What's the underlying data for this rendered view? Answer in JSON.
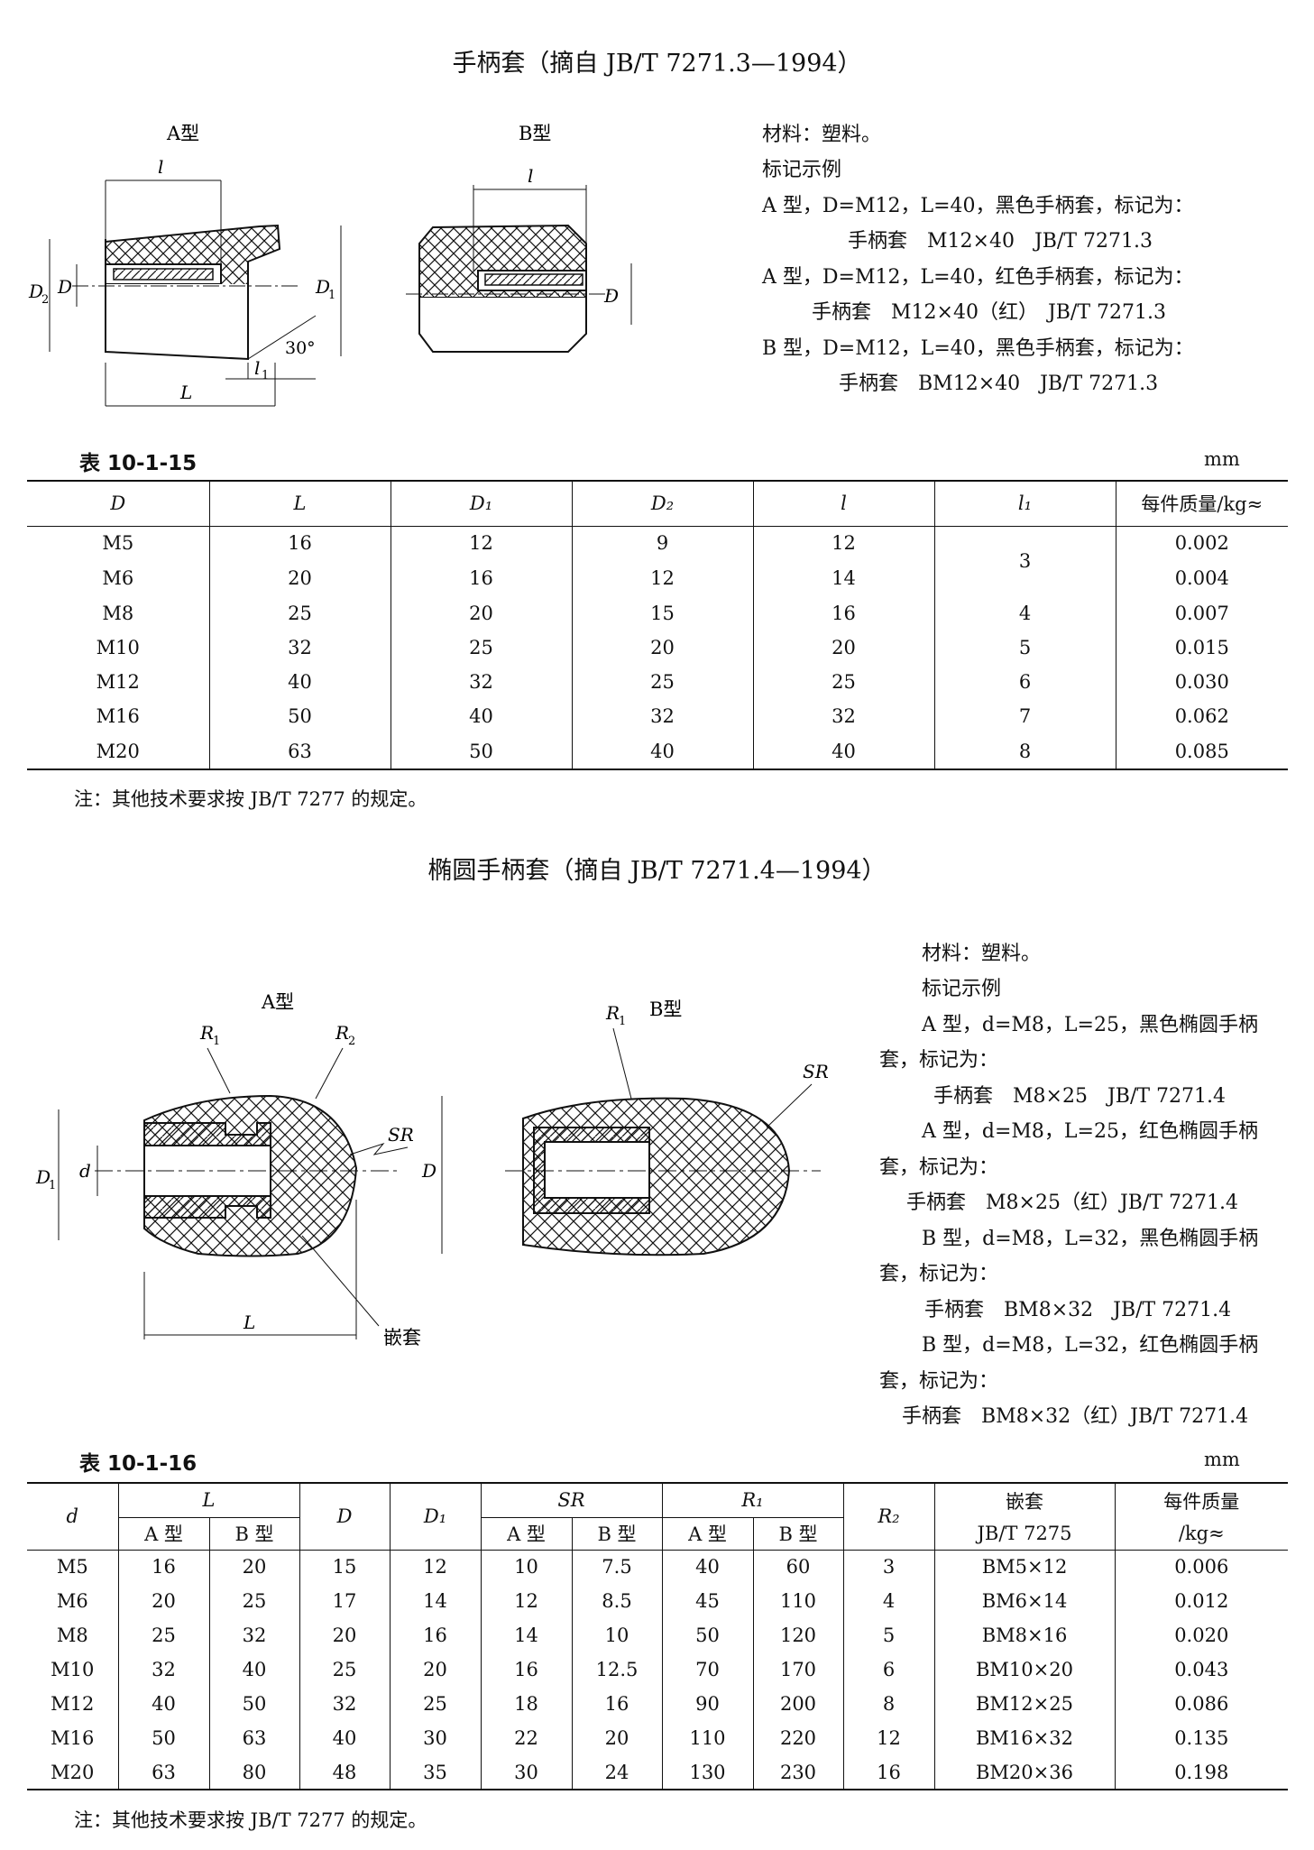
{
  "section1": {
    "title": "手柄套（摘自 JB/T 7271.3—1994）",
    "fig_a_label": "A型",
    "fig_b_label": "B型",
    "dim_labels": {
      "l": "l",
      "L": "L",
      "D": "D",
      "D1": "D",
      "D1_sub": "1",
      "D2": "D",
      "D2_sub": "2",
      "l1": "l",
      "l1_sub": "1",
      "angle": "30°"
    },
    "material": "材料：塑料。",
    "marking_heading": "标记示例",
    "marking_lines": [
      "A 型，D=M12，L=40，黑色手柄套，标记为：",
      "手柄套　M12×40　JB/T 7271.3",
      "A 型，D=M12，L=40，红色手柄套，标记为：",
      "手柄套　M12×40（红）　JB/T 7271.3",
      "B 型，D=M12，L=40，黑色手柄套，标记为：",
      "手柄套　BM12×40　JB/T 7271.3"
    ],
    "table_name": "表 10-1-15",
    "unit": "mm",
    "headers": [
      "D",
      "L",
      "D₁",
      "D₂",
      "l",
      "l₁",
      "每件质量/kg≈"
    ],
    "rows": [
      [
        "M5",
        "16",
        "12",
        "9",
        "12",
        "3",
        "0.002"
      ],
      [
        "M6",
        "20",
        "16",
        "12",
        "14",
        "",
        "0.004"
      ],
      [
        "M8",
        "25",
        "20",
        "15",
        "16",
        "4",
        "0.007"
      ],
      [
        "M10",
        "32",
        "25",
        "20",
        "20",
        "5",
        "0.015"
      ],
      [
        "M12",
        "40",
        "32",
        "25",
        "25",
        "6",
        "0.030"
      ],
      [
        "M16",
        "50",
        "40",
        "32",
        "32",
        "7",
        "0.062"
      ],
      [
        "M20",
        "63",
        "50",
        "40",
        "40",
        "8",
        "0.085"
      ]
    ],
    "note": "注：其他技术要求按 JB/T 7277 的规定。"
  },
  "section2": {
    "title": "椭圆手柄套（摘自 JB/T 7271.4—1994）",
    "fig_a_label": "A型",
    "fig_b_label": "B型",
    "dim_labels": {
      "R1": "R",
      "R1_sub": "1",
      "R2": "R",
      "R2_sub": "2",
      "SR": "SR",
      "D": "D",
      "D1": "D",
      "D1_sub": "1",
      "d": "d",
      "L": "L",
      "insert": "嵌套"
    },
    "material": "材料：塑料。",
    "marking_heading": "标记示例",
    "marking_lines": [
      "A 型，d=M8，L=25，黑色椭圆手柄",
      "套，标记为：",
      "手柄套　M8×25　JB/T 7271.4",
      "A 型，d=M8，L=25，红色椭圆手柄",
      "套，标记为：",
      "手柄套　M8×25（红）JB/T 7271.4",
      "B 型，d=M8，L=32，黑色椭圆手柄",
      "套，标记为：",
      "手柄套　BM8×32　JB/T 7271.4",
      "B 型，d=M8，L=32，红色椭圆手柄",
      "套，标记为：",
      "手柄套　BM8×32（红）JB/T 7271.4"
    ],
    "table_name": "表 10-1-16",
    "unit": "mm",
    "header_top": [
      "d",
      "L",
      "D",
      "D₁",
      "SR",
      "R₁",
      "R₂",
      "嵌套",
      "每件质量"
    ],
    "header_sub": [
      "A 型",
      "B 型",
      "A 型",
      "B 型",
      "A 型",
      "B 型",
      "JB/T 7275",
      "/kg≈"
    ],
    "rows": [
      [
        "M5",
        "16",
        "20",
        "15",
        "12",
        "10",
        "7.5",
        "40",
        "60",
        "3",
        "BM5×12",
        "0.006"
      ],
      [
        "M6",
        "20",
        "25",
        "17",
        "14",
        "12",
        "8.5",
        "45",
        "110",
        "4",
        "BM6×14",
        "0.012"
      ],
      [
        "M8",
        "25",
        "32",
        "20",
        "16",
        "14",
        "10",
        "50",
        "120",
        "5",
        "BM8×16",
        "0.020"
      ],
      [
        "M10",
        "32",
        "40",
        "25",
        "20",
        "16",
        "12.5",
        "70",
        "170",
        "6",
        "BM10×20",
        "0.043"
      ],
      [
        "M12",
        "40",
        "50",
        "32",
        "25",
        "18",
        "16",
        "90",
        "200",
        "8",
        "BM12×25",
        "0.086"
      ],
      [
        "M16",
        "50",
        "63",
        "40",
        "30",
        "22",
        "20",
        "110",
        "220",
        "12",
        "BM16×32",
        "0.135"
      ],
      [
        "M20",
        "63",
        "80",
        "48",
        "35",
        "30",
        "24",
        "130",
        "230",
        "16",
        "BM20×36",
        "0.198"
      ]
    ],
    "note": "注：其他技术要求按 JB/T 7277 的规定。"
  }
}
